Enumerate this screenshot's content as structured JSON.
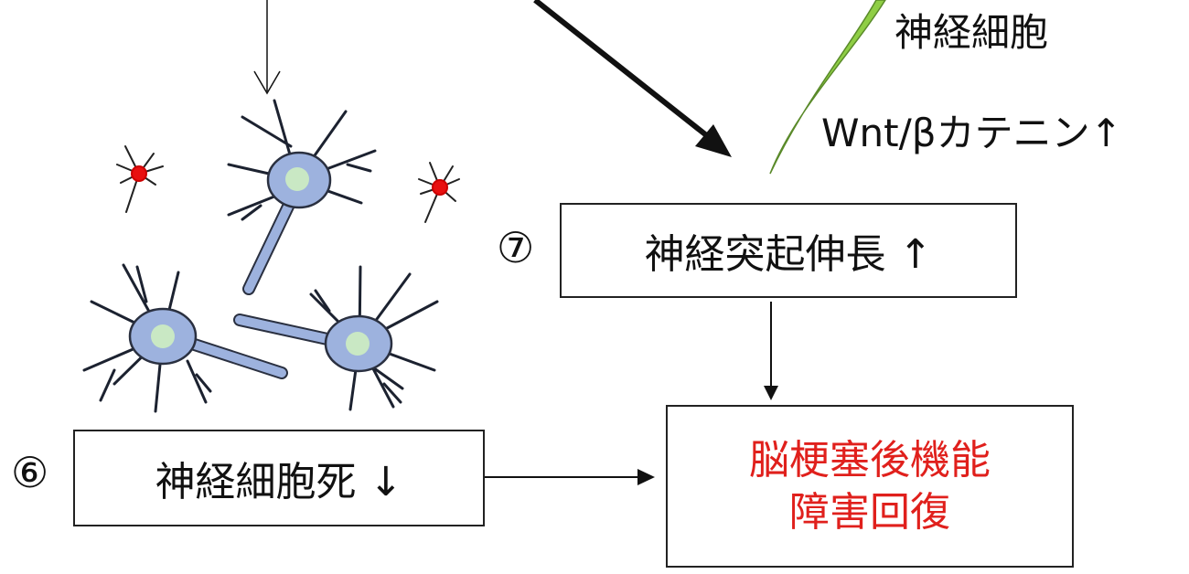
{
  "labels": {
    "neuron": "神経細胞",
    "wnt": "Wnt/βカテニン↑"
  },
  "box7": {
    "number": "⑦",
    "text": "神経突起伸長 ↑"
  },
  "box6": {
    "number": "⑥",
    "text": "神経細胞死 ↓"
  },
  "outcome": {
    "line1": "脳梗塞後機能",
    "line2": "障害回復"
  },
  "colors": {
    "outcome_text": "#e0201c",
    "neuron_body": "#9db2de",
    "nucleus": "#c9e8c4",
    "dead_cell": "#e81010",
    "green_fiber": "#8fce45"
  }
}
